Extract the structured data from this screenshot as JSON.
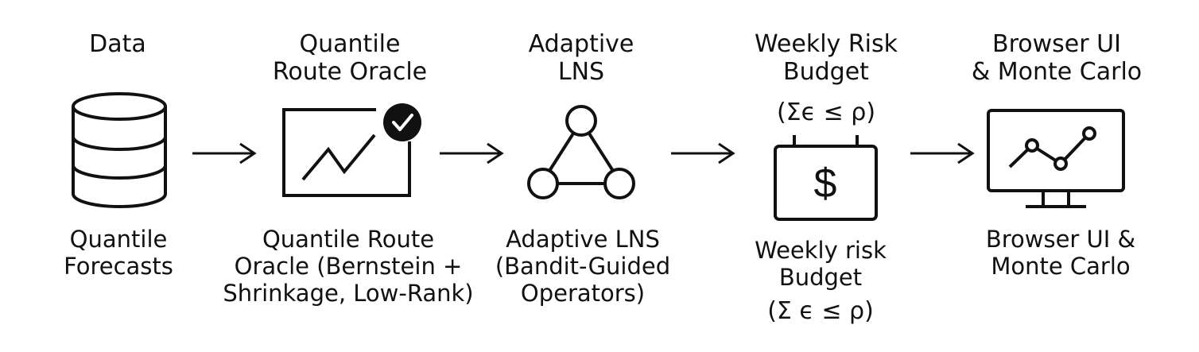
{
  "stages": [
    {
      "title": "Data",
      "caption": "Quantile\nForecasts",
      "icon": "database-icon"
    },
    {
      "title": "Quantile\nRoute Oracle",
      "caption": "Quantile Route\nOracle (Bernstein +\nShrinkage, Low-Rank)",
      "icon": "chart-check-icon"
    },
    {
      "title": "Adaptive\nLNS",
      "caption": "Adaptive LNS\n(Bandit-Guided\nOperators)",
      "icon": "triangle-graph-icon"
    },
    {
      "title": "Weekly Risk\nBudget",
      "title_formula": "(Σϵ ≤ ρ)",
      "caption": "Weekly risk\nBudget",
      "caption_formula": "(Σ ϵ ≤ ρ)",
      "icon": "dollar-budget-icon"
    },
    {
      "title": "Browser UI\n& Monte Carlo",
      "caption": "Browser UI &\nMonte Carlo",
      "icon": "monitor-chart-icon"
    }
  ],
  "colors": {
    "stroke": "#111111",
    "background": "#ffffff"
  }
}
